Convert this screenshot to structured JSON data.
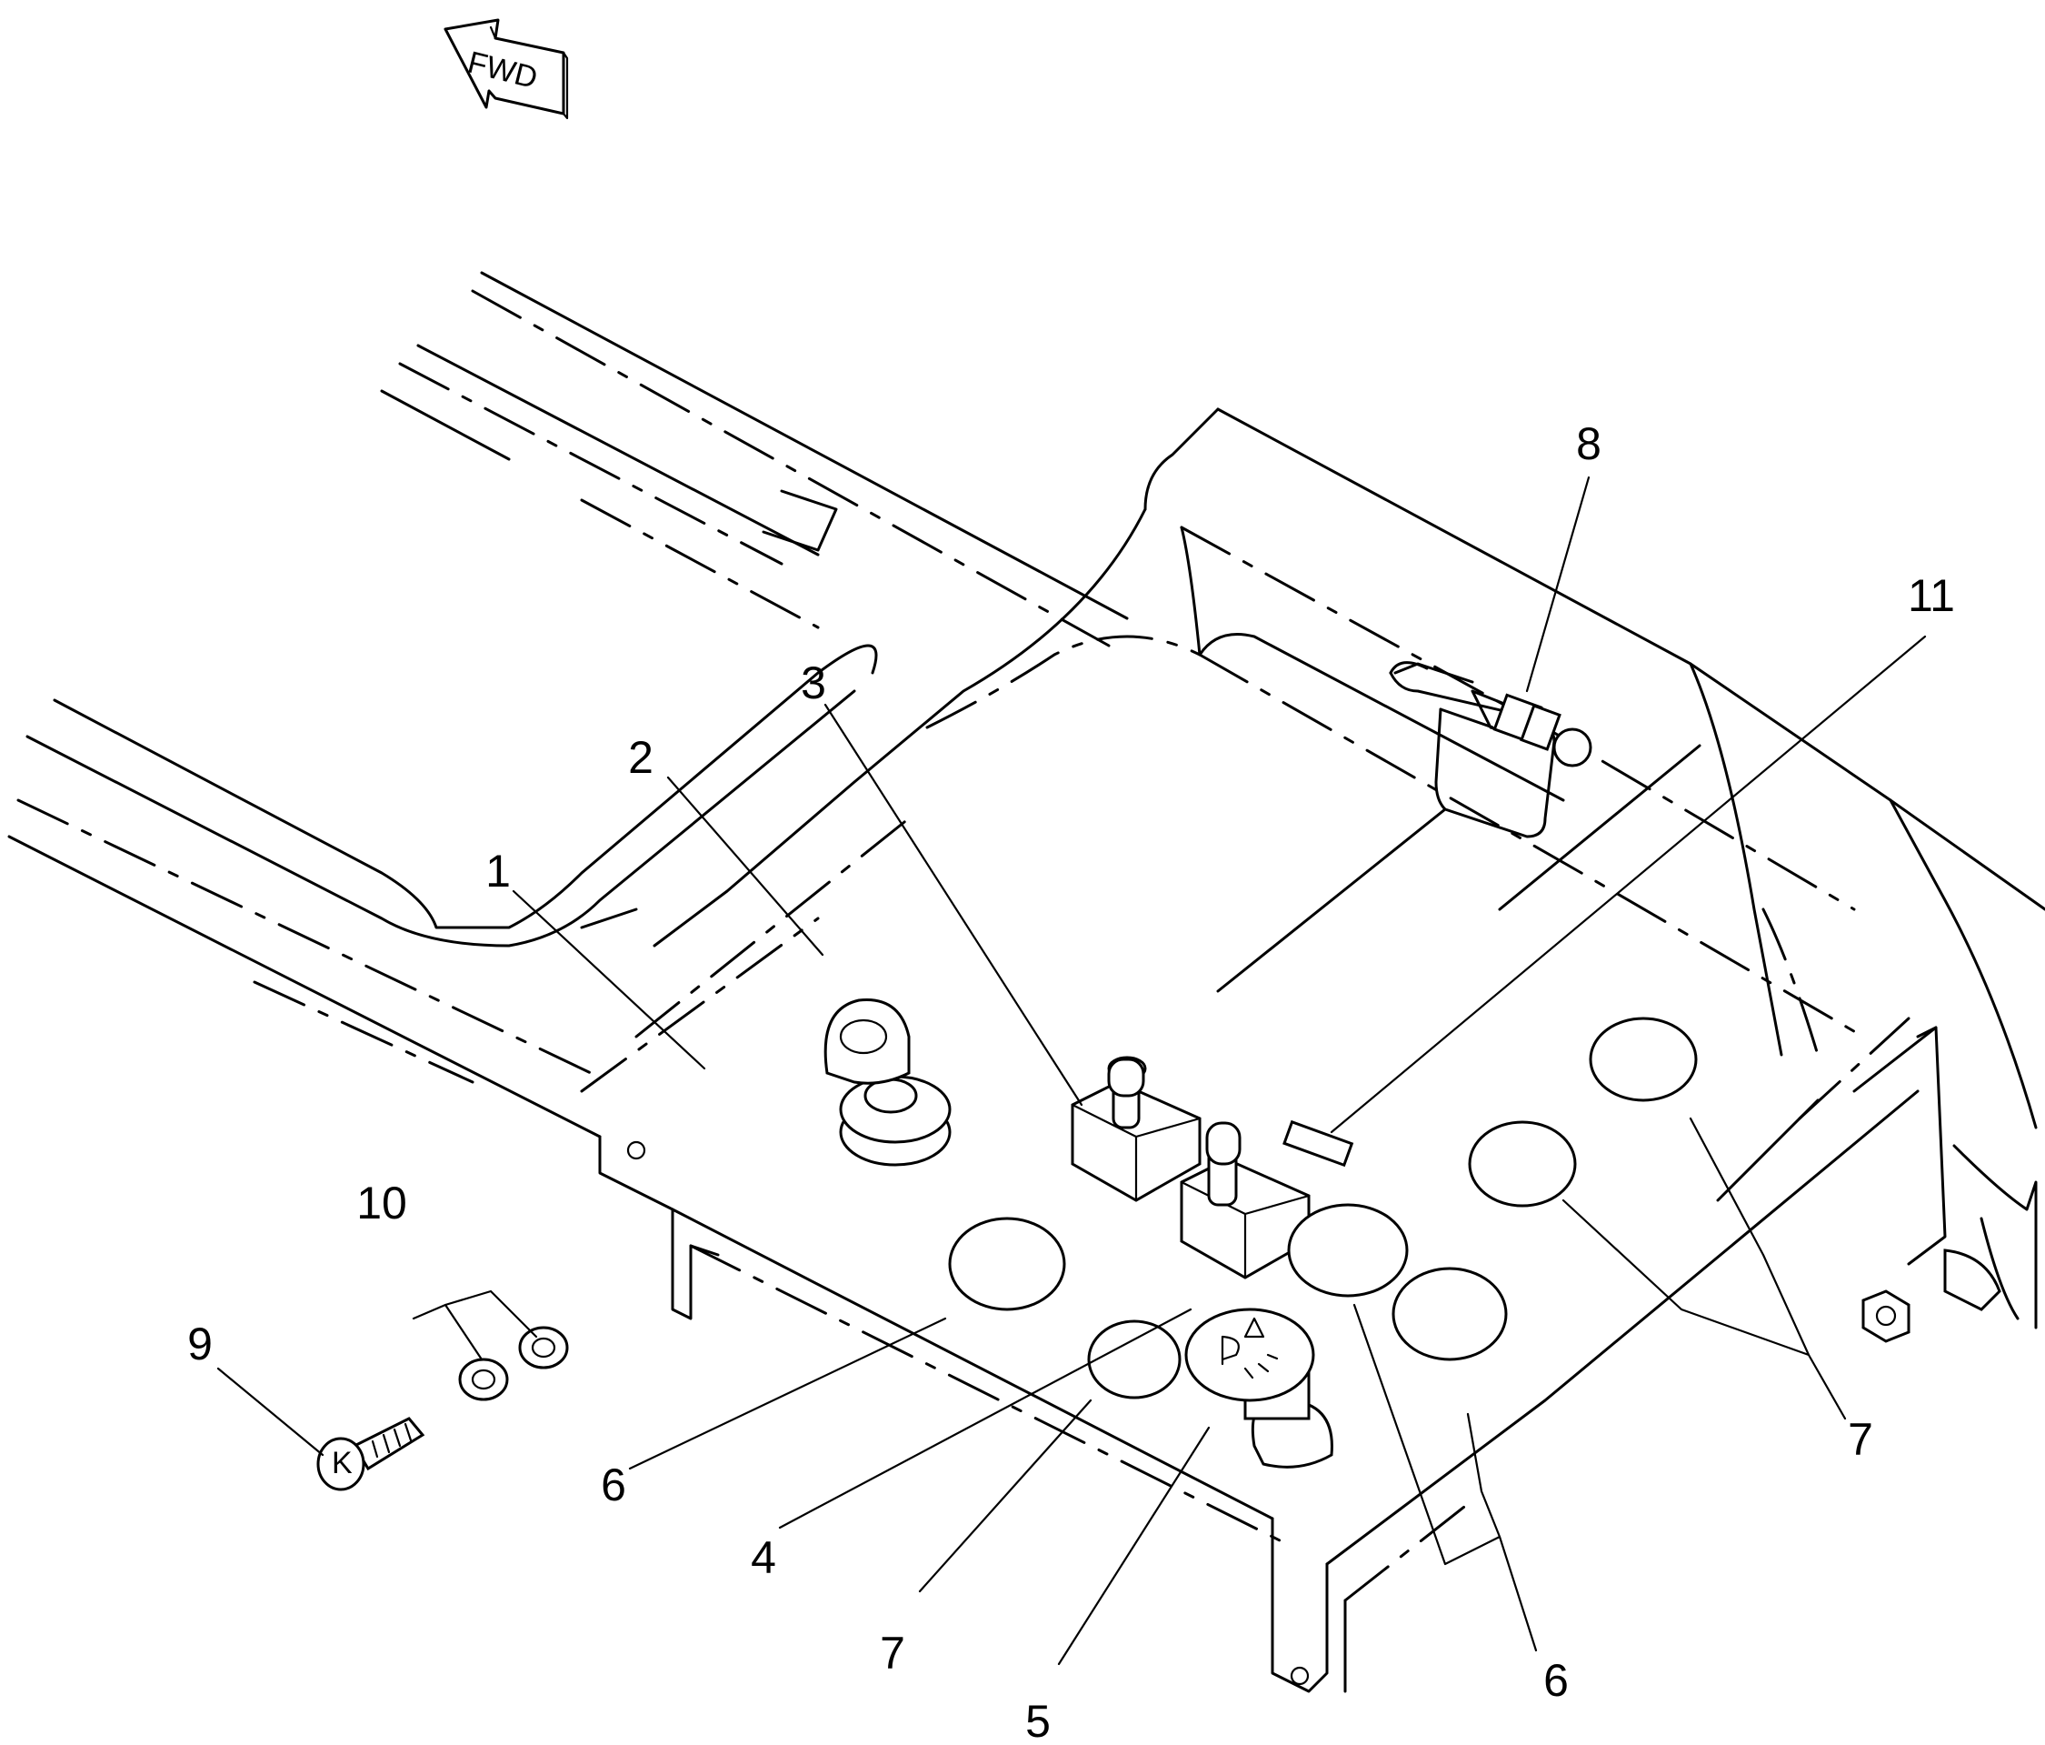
{
  "direction_marker": {
    "label": "FWD"
  },
  "callouts": {
    "c1": "1",
    "c2": "2",
    "c3": "3",
    "c4": "4",
    "c5": "5",
    "c6a": "6",
    "c6b": "6",
    "c7a": "7",
    "c7b": "7",
    "c8": "8",
    "c9": "9",
    "c10": "10",
    "c11": "11"
  },
  "icons": {
    "switch_knob": "lamp-switch-icon"
  }
}
